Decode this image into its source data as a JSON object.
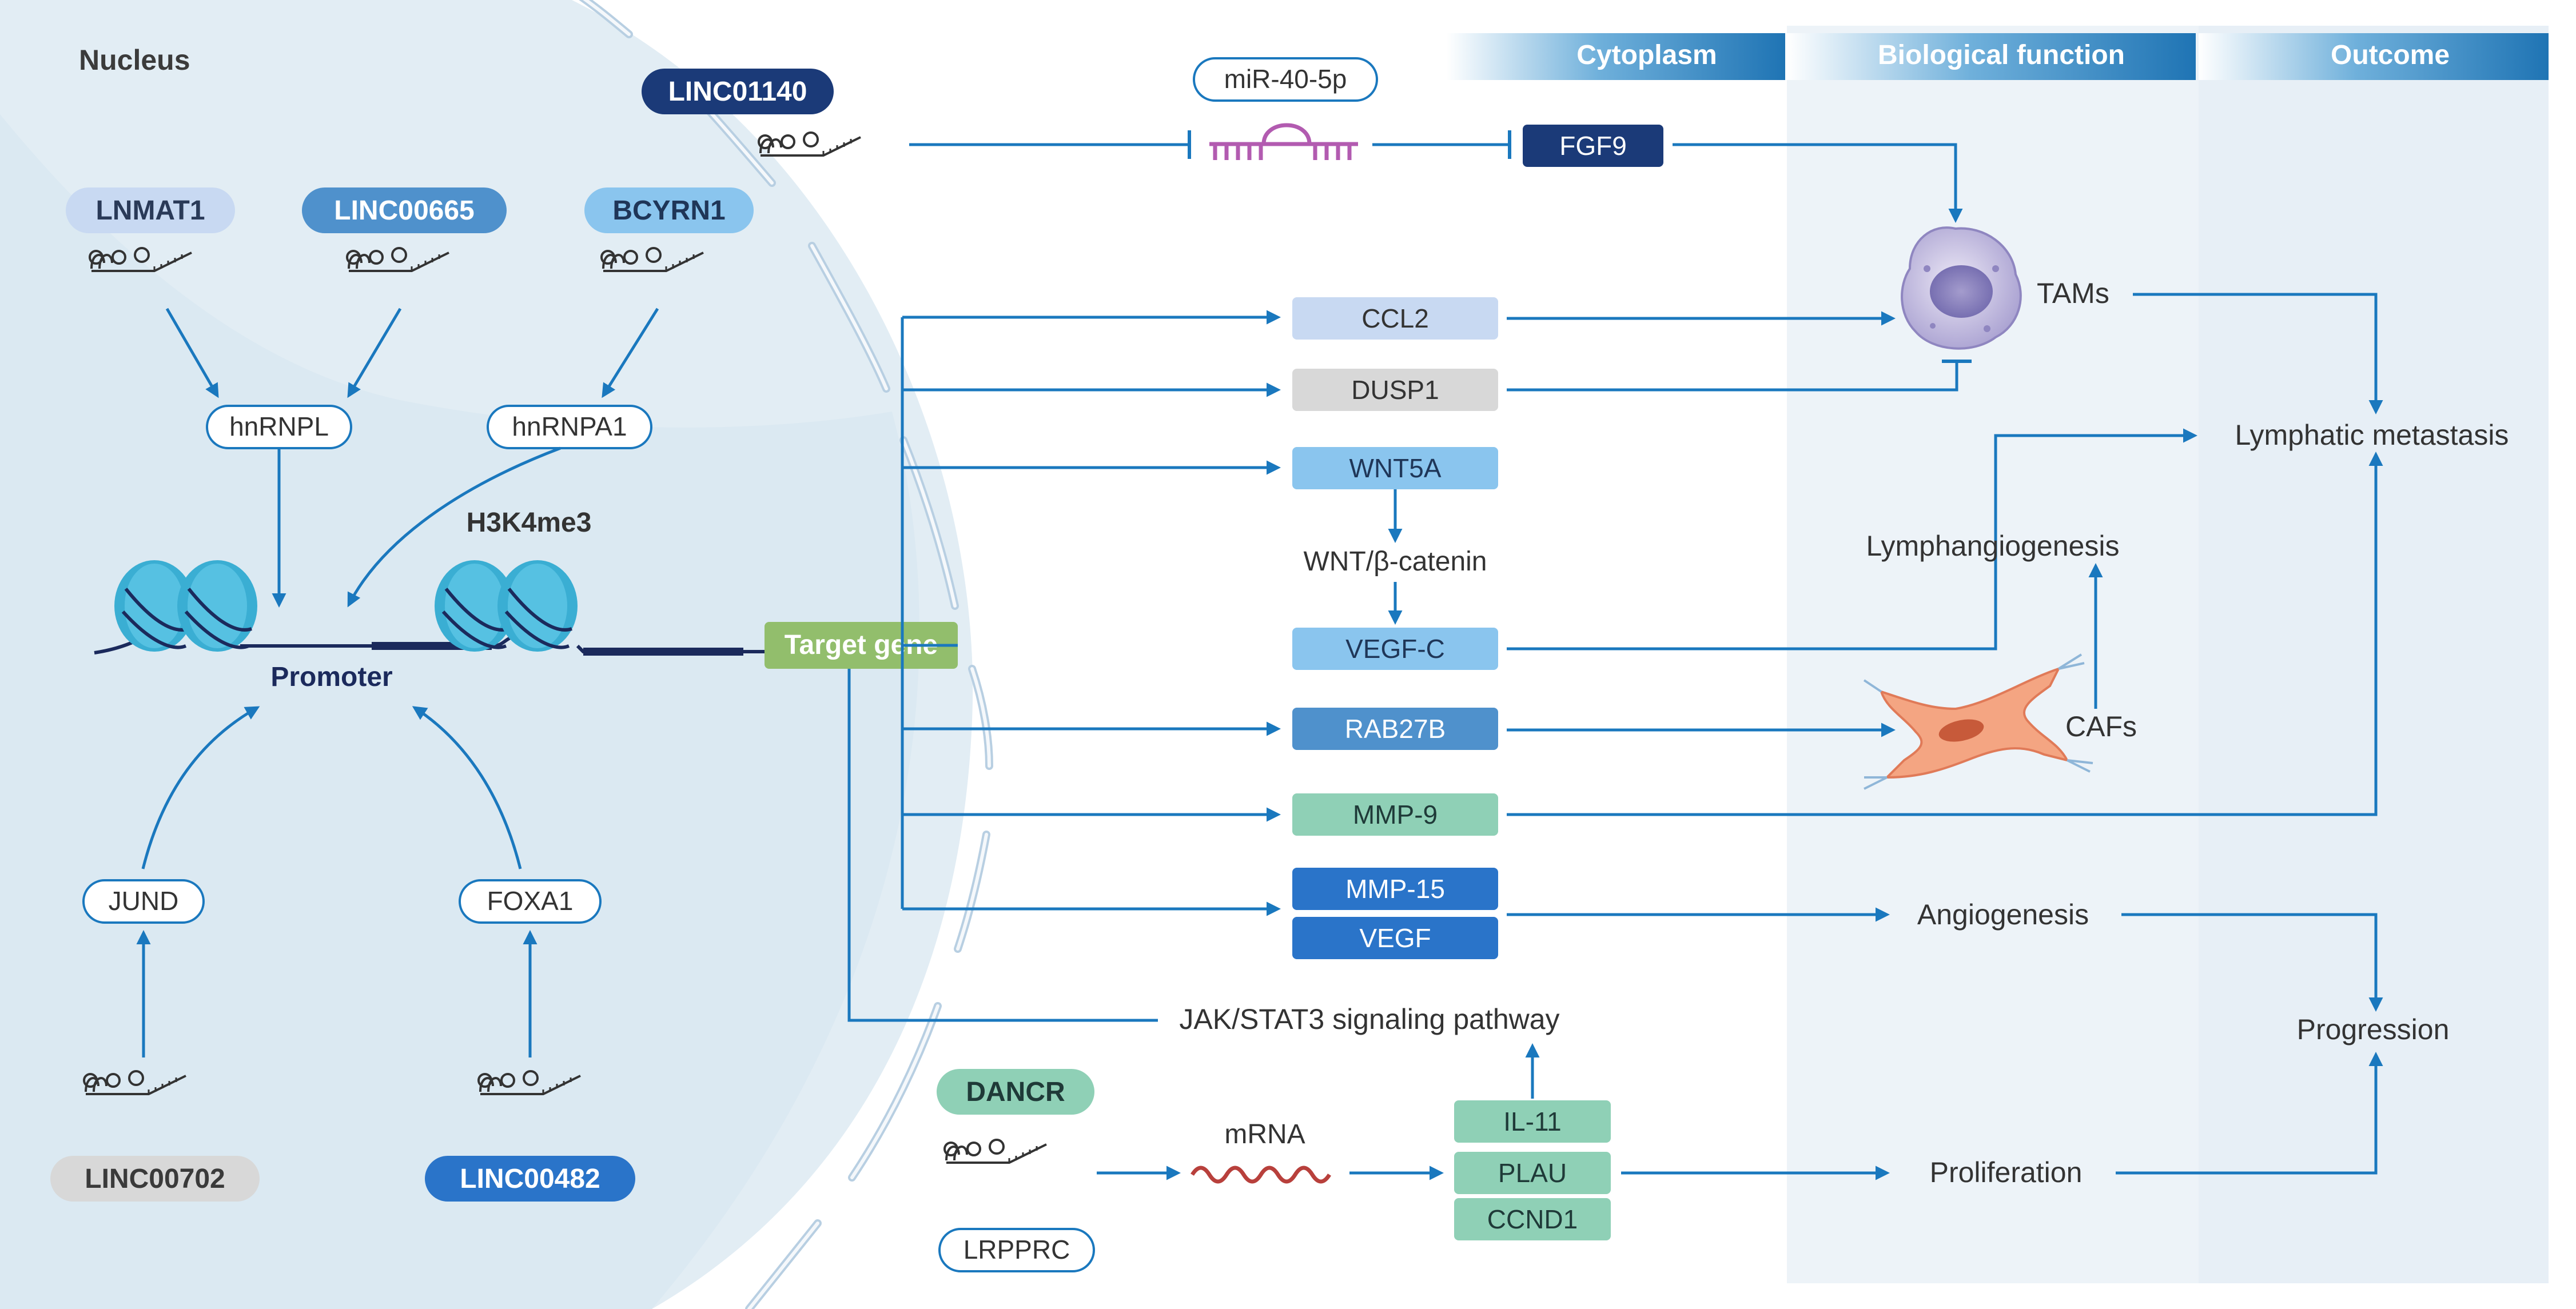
{
  "regions": {
    "nucleus": "Nucleus",
    "cytoplasm": "Cytoplasm",
    "biological_function": "Biological function",
    "outcome": "Outcome"
  },
  "lncrnas": {
    "linc01140": "LINC01140",
    "lnmat1": "LNMAT1",
    "linc00665": "LINC00665",
    "bcyrn1": "BCYRN1",
    "linc00702": "LINC00702",
    "linc00482": "LINC00482",
    "dancr": "DANCR"
  },
  "nuclear": {
    "hnrnpl": "hnRNPL",
    "hnrnpa1": "hnRNPA1",
    "h3k4me3": "H3K4me3",
    "promoter": "Promoter",
    "target_gene": "Target gene",
    "jund": "JUND",
    "foxa1": "FOXA1"
  },
  "cytoplasm_items": {
    "mir": "miR-40-5p",
    "fgf9": "FGF9",
    "ccl2": "CCL2",
    "dusp1": "DUSP1",
    "wnt5a": "WNT5A",
    "wnt_beta": "WNT/β-catenin",
    "vegfc": "VEGF-C",
    "rab27b": "RAB27B",
    "mmp9": "MMP-9",
    "mmp15": "MMP-15",
    "vegf": "VEGF",
    "jak_stat3": "JAK/STAT3 signaling pathway",
    "mrna": "mRNA",
    "lrpprc": "LRPPRC",
    "il11": "IL-11",
    "plau": "PLAU",
    "ccnd1": "CCND1"
  },
  "functions": {
    "tams": "TAMs",
    "lymphangiogenesis": "Lymphangiogenesis",
    "cafs": "CAFs",
    "angiogenesis": "Angiogenesis",
    "proliferation": "Proliferation"
  },
  "outcomes": {
    "lymphatic_metastasis": "Lymphatic metastasis",
    "progression": "Progression"
  },
  "colors": {
    "arrow": "#1a78be",
    "navy": "#1b3a78",
    "pale_blue_pill": "#c8d9f2",
    "mid_blue_pill": "#4f91cc",
    "light_blue_pill": "#8ac5ee",
    "gray_pill": "#d8d8d8",
    "royal_blue_pill": "#2a74c9",
    "teal_pill": "#8fd0b6",
    "green_box": "#92be6c",
    "nucleus_fill": "#dde9f2",
    "panel_fill": "#edf3f8",
    "header_blue": "#1f74b4",
    "mir_purple": "#b25bb0",
    "mrna_red": "#b8403c",
    "nucleosome": "#3aaed3"
  }
}
